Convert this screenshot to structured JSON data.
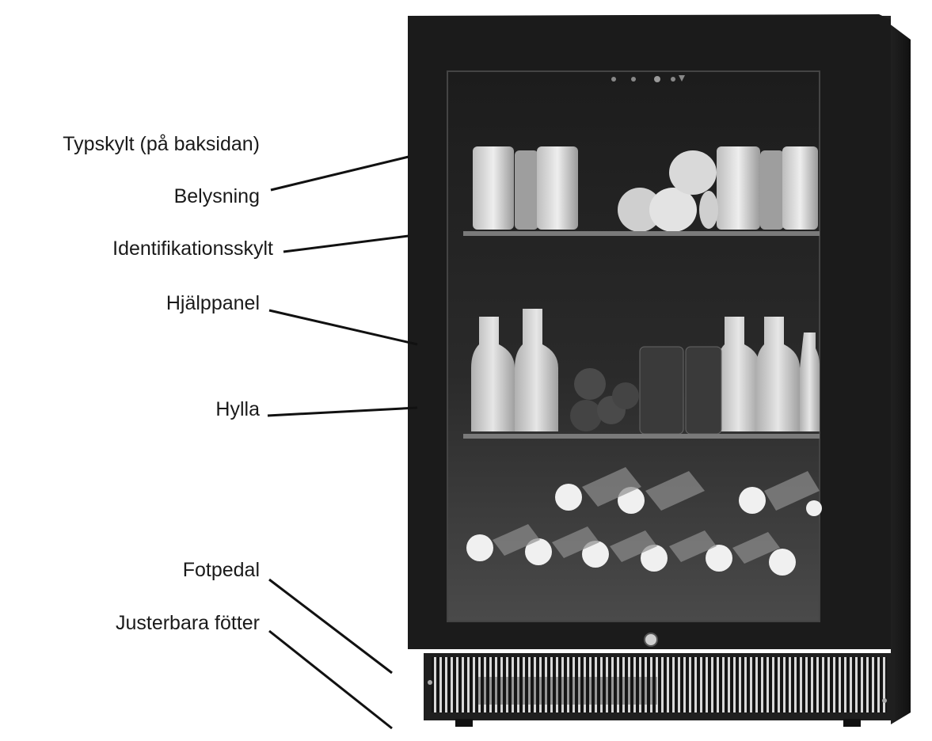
{
  "labels": {
    "typskylt": "Typskylt (på baksidan)",
    "belysning": "Belysning",
    "identifikationsskylt": "Identifikationsskylt",
    "hjalppanel": "Hjälppanel",
    "hylla": "Hylla",
    "fotpedal": "Fotpedal",
    "justerbara_fotter": "Justerbara fötter"
  },
  "colors": {
    "cabinet": "#1b1b1b",
    "glass": "#262626",
    "leader_line": "#111111",
    "label_text": "#1a1a1a"
  }
}
